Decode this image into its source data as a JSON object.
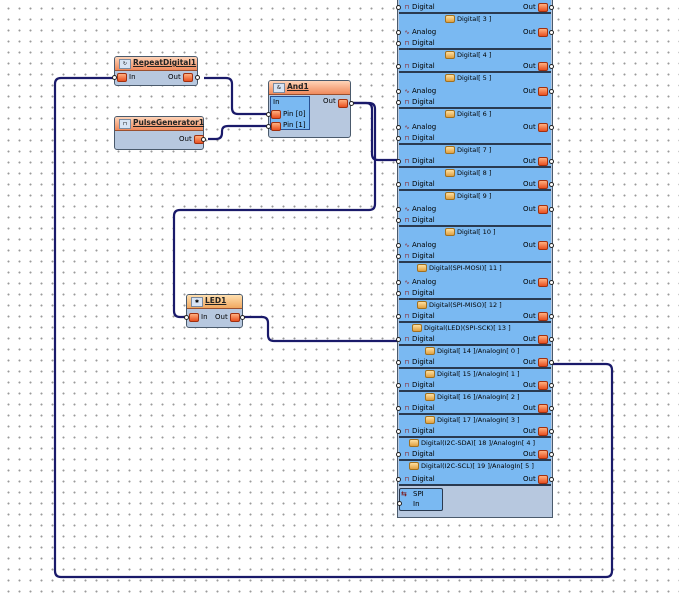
{
  "components": {
    "repeat": {
      "name": "RepeatDigital1",
      "in": "In",
      "out": "Out"
    },
    "pulse": {
      "name": "PulseGenerator1",
      "out": "Out"
    },
    "and": {
      "name": "And1",
      "in": "In",
      "pin0": "Pin [0]",
      "pin1": "Pin [1]",
      "out": "Out"
    },
    "led": {
      "name": "LED1",
      "in": "In",
      "out": "Out"
    }
  },
  "board": {
    "channels": [
      {
        "title": "",
        "rows": [
          "Digital"
        ],
        "out": "Out"
      },
      {
        "title": "Digital[ 3 ]",
        "rows": [
          "Analog",
          "Digital"
        ],
        "out": "Out"
      },
      {
        "title": "Digital[ 4 ]",
        "rows": [
          "Digital"
        ],
        "out": "Out"
      },
      {
        "title": "Digital[ 5 ]",
        "rows": [
          "Analog",
          "Digital"
        ],
        "out": "Out"
      },
      {
        "title": "Digital[ 6 ]",
        "rows": [
          "Analog",
          "Digital"
        ],
        "out": "Out"
      },
      {
        "title": "Digital[ 7 ]",
        "rows": [
          "Digital"
        ],
        "out": "Out"
      },
      {
        "title": "Digital[ 8 ]",
        "rows": [
          "Digital"
        ],
        "out": "Out"
      },
      {
        "title": "Digital[ 9 ]",
        "rows": [
          "Analog",
          "Digital"
        ],
        "out": "Out"
      },
      {
        "title": "Digital[ 10 ]",
        "rows": [
          "Analog",
          "Digital"
        ],
        "out": "Out"
      },
      {
        "title": "Digital(SPI-MOSI)[ 11 ]",
        "rows": [
          "Analog",
          "Digital"
        ],
        "out": "Out"
      },
      {
        "title": "Digital(SPI-MISO)[ 12 ]",
        "rows": [
          "Digital"
        ],
        "out": "Out"
      },
      {
        "title": "Digital(LED)(SPI-SCK)[ 13 ]",
        "rows": [
          "Digital"
        ],
        "out": "Out"
      },
      {
        "title": "Digital[ 14 ]/AnalogIn[ 0 ]",
        "rows": [
          "Digital"
        ],
        "out": "Out"
      },
      {
        "title": "Digital[ 15 ]/AnalogIn[ 1 ]",
        "rows": [
          "Digital"
        ],
        "out": "Out"
      },
      {
        "title": "Digital[ 16 ]/AnalogIn[ 2 ]",
        "rows": [
          "Digital"
        ],
        "out": "Out"
      },
      {
        "title": "Digital[ 17 ]/AnalogIn[ 3 ]",
        "rows": [
          "Digital"
        ],
        "out": "Out"
      },
      {
        "title": "Digital(I2C-SDA)[ 18 ]/AnalogIn[ 4 ]",
        "rows": [
          "Digital"
        ],
        "out": "Out"
      },
      {
        "title": "Digital(I2C-SCL)[ 19 ]/AnalogIn[ 5 ]",
        "rows": [
          "Digital"
        ],
        "out": "Out"
      }
    ],
    "spi": {
      "title": "SPI",
      "in": "In"
    }
  },
  "colors": {
    "wire": "#1a1a6a",
    "channel": "#7ab9f2",
    "header": "#f08a5c"
  }
}
